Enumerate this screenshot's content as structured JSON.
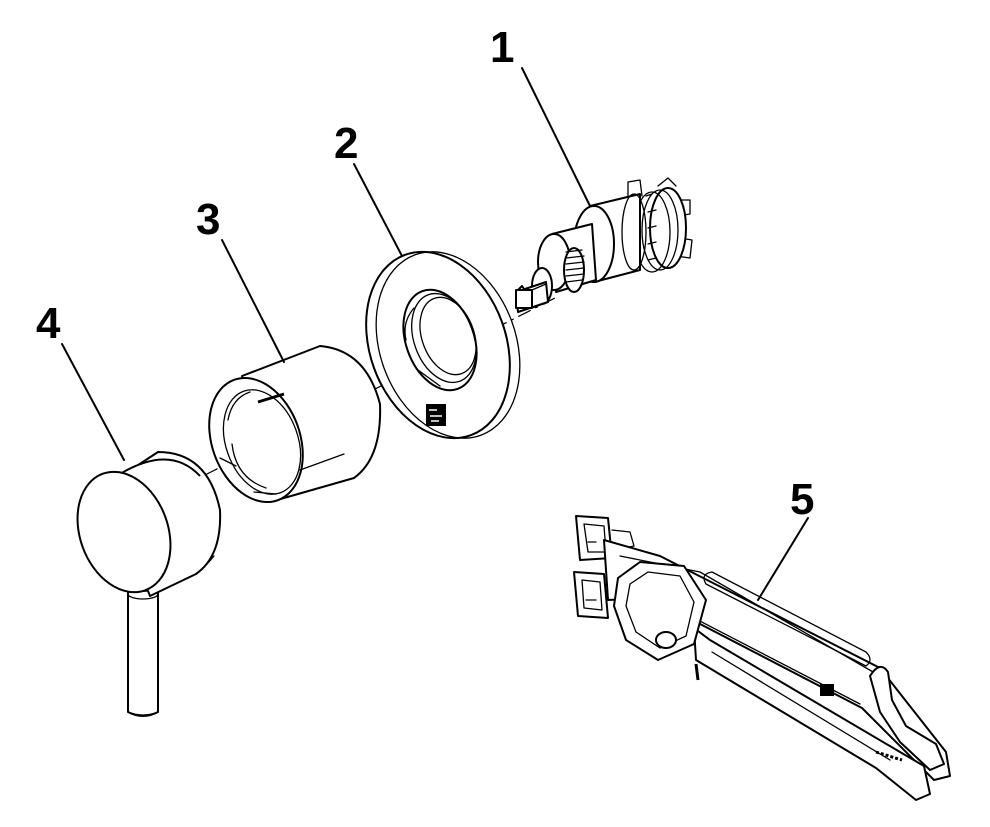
{
  "diagram": {
    "parts": [
      {
        "id": "cartridge",
        "number": "1"
      },
      {
        "id": "wall-rosette",
        "number": "2"
      },
      {
        "id": "sleeve",
        "number": "3"
      },
      {
        "id": "lever-handle",
        "number": "4"
      },
      {
        "id": "spanner-tool",
        "number": "5"
      }
    ],
    "colors": {
      "line": "#000000",
      "background": "#ffffff"
    }
  }
}
